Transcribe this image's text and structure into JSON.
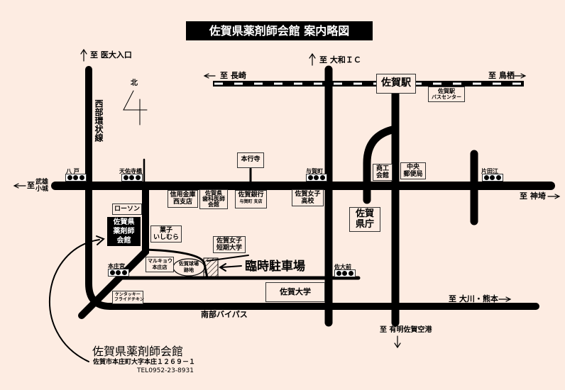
{
  "title": "佐賀県薬剤師会館 案内略図",
  "colors": {
    "background": "#fdece2",
    "road": "#000000"
  },
  "directions": {
    "idai": "至 医大入口",
    "yamato": "至 大和ＩＣ",
    "nagasaki": "至 長崎",
    "tosu": "至 鳥栖",
    "takeo": "至",
    "takeo_place": "武雄小城",
    "kanzaki": "至 神埼",
    "okawa": "至 大川・熊本",
    "airport": "至 有明佐賀空港"
  },
  "north": "北",
  "roads": {
    "seibu": "西部環状線",
    "nanbu": "南部バイパス"
  },
  "signals": {
    "yato": "八 戸",
    "tenyuji": "天佑寺橋",
    "yokaramachi": "与賀町",
    "katadae": "片田江",
    "honjogu": "本庄宮",
    "sadaimae": "佐大前"
  },
  "landmarks": {
    "station": "佐賀駅",
    "bus_center": [
      "佐賀駅",
      "バスセンター"
    ],
    "hongyoji": "本行寺",
    "shinyo": [
      "信用金庫",
      "西支店"
    ],
    "dental": [
      "佐賀県",
      "歯科医師",
      "会館"
    ],
    "bank": [
      "佐賀銀行",
      "与賀町 支店"
    ],
    "girls_high": [
      "佐賀女子",
      "高校"
    ],
    "shoko": [
      "商工",
      "会館"
    ],
    "post": [
      "中央",
      "郵便局"
    ],
    "prefecture": [
      "佐賀",
      "県庁"
    ],
    "lawson": "ローソン",
    "venue_box": [
      "佐賀県",
      "薬剤師",
      "会館"
    ],
    "ishimura": [
      "菓子",
      "いしむら"
    ],
    "junior_college": [
      "佐賀女子",
      "短期大学"
    ],
    "marukyo": [
      "マルキョウ",
      "本庄店"
    ],
    "stadium": [
      "佐賀球場",
      "跡地"
    ],
    "parking": "臨時駐車場",
    "kfc": [
      "ケンタッキー",
      "フライドチキン"
    ],
    "univ": "佐賀大学"
  },
  "venue": {
    "name": "佐賀県薬剤師会館",
    "address": "佐賀市本庄町大字本庄１２６９－１",
    "tel": "TEL0952-23-8931"
  }
}
